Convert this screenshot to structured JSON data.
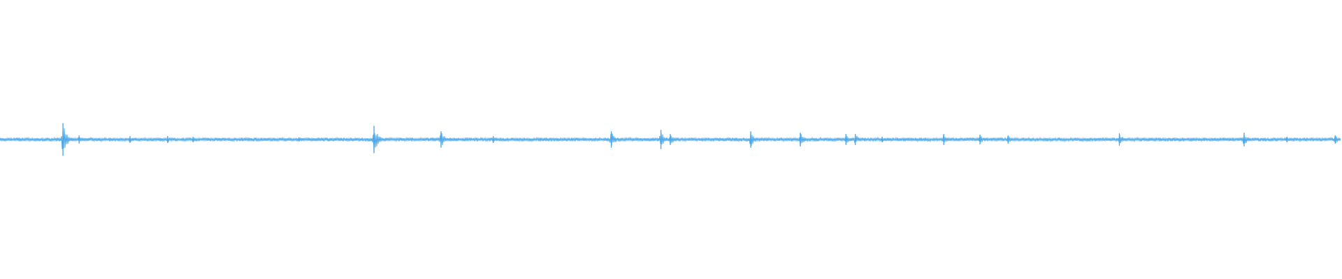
{
  "chart_data": {
    "type": "line",
    "title": "",
    "xlabel": "",
    "ylabel": "",
    "grid": false,
    "legend": "none",
    "ylim": [
      -1,
      1
    ],
    "xlim": [
      0,
      1
    ],
    "baseline": 0,
    "noise_amplitude": 0.01,
    "series": [
      {
        "color": "#4ea8e6",
        "peaks": [
          {
            "x": 0.047,
            "amplitude": 0.12
          },
          {
            "x": 0.059,
            "amplitude": 0.03
          },
          {
            "x": 0.097,
            "amplitude": 0.025
          },
          {
            "x": 0.125,
            "amplitude": 0.025
          },
          {
            "x": 0.144,
            "amplitude": 0.02
          },
          {
            "x": 0.223,
            "amplitude": 0.015
          },
          {
            "x": 0.279,
            "amplitude": 0.1
          },
          {
            "x": 0.329,
            "amplitude": 0.06
          },
          {
            "x": 0.368,
            "amplitude": 0.025
          },
          {
            "x": 0.456,
            "amplitude": 0.06
          },
          {
            "x": 0.493,
            "amplitude": 0.07
          },
          {
            "x": 0.5,
            "amplitude": 0.04
          },
          {
            "x": 0.56,
            "amplitude": 0.06
          },
          {
            "x": 0.597,
            "amplitude": 0.05
          },
          {
            "x": 0.631,
            "amplitude": 0.04
          },
          {
            "x": 0.638,
            "amplitude": 0.04
          },
          {
            "x": 0.658,
            "amplitude": 0.02
          },
          {
            "x": 0.704,
            "amplitude": 0.04
          },
          {
            "x": 0.731,
            "amplitude": 0.035
          },
          {
            "x": 0.752,
            "amplitude": 0.03
          },
          {
            "x": 0.835,
            "amplitude": 0.045
          },
          {
            "x": 0.928,
            "amplitude": 0.05
          },
          {
            "x": 0.96,
            "amplitude": 0.02
          },
          {
            "x": 0.996,
            "amplitude": 0.03
          }
        ]
      }
    ]
  }
}
